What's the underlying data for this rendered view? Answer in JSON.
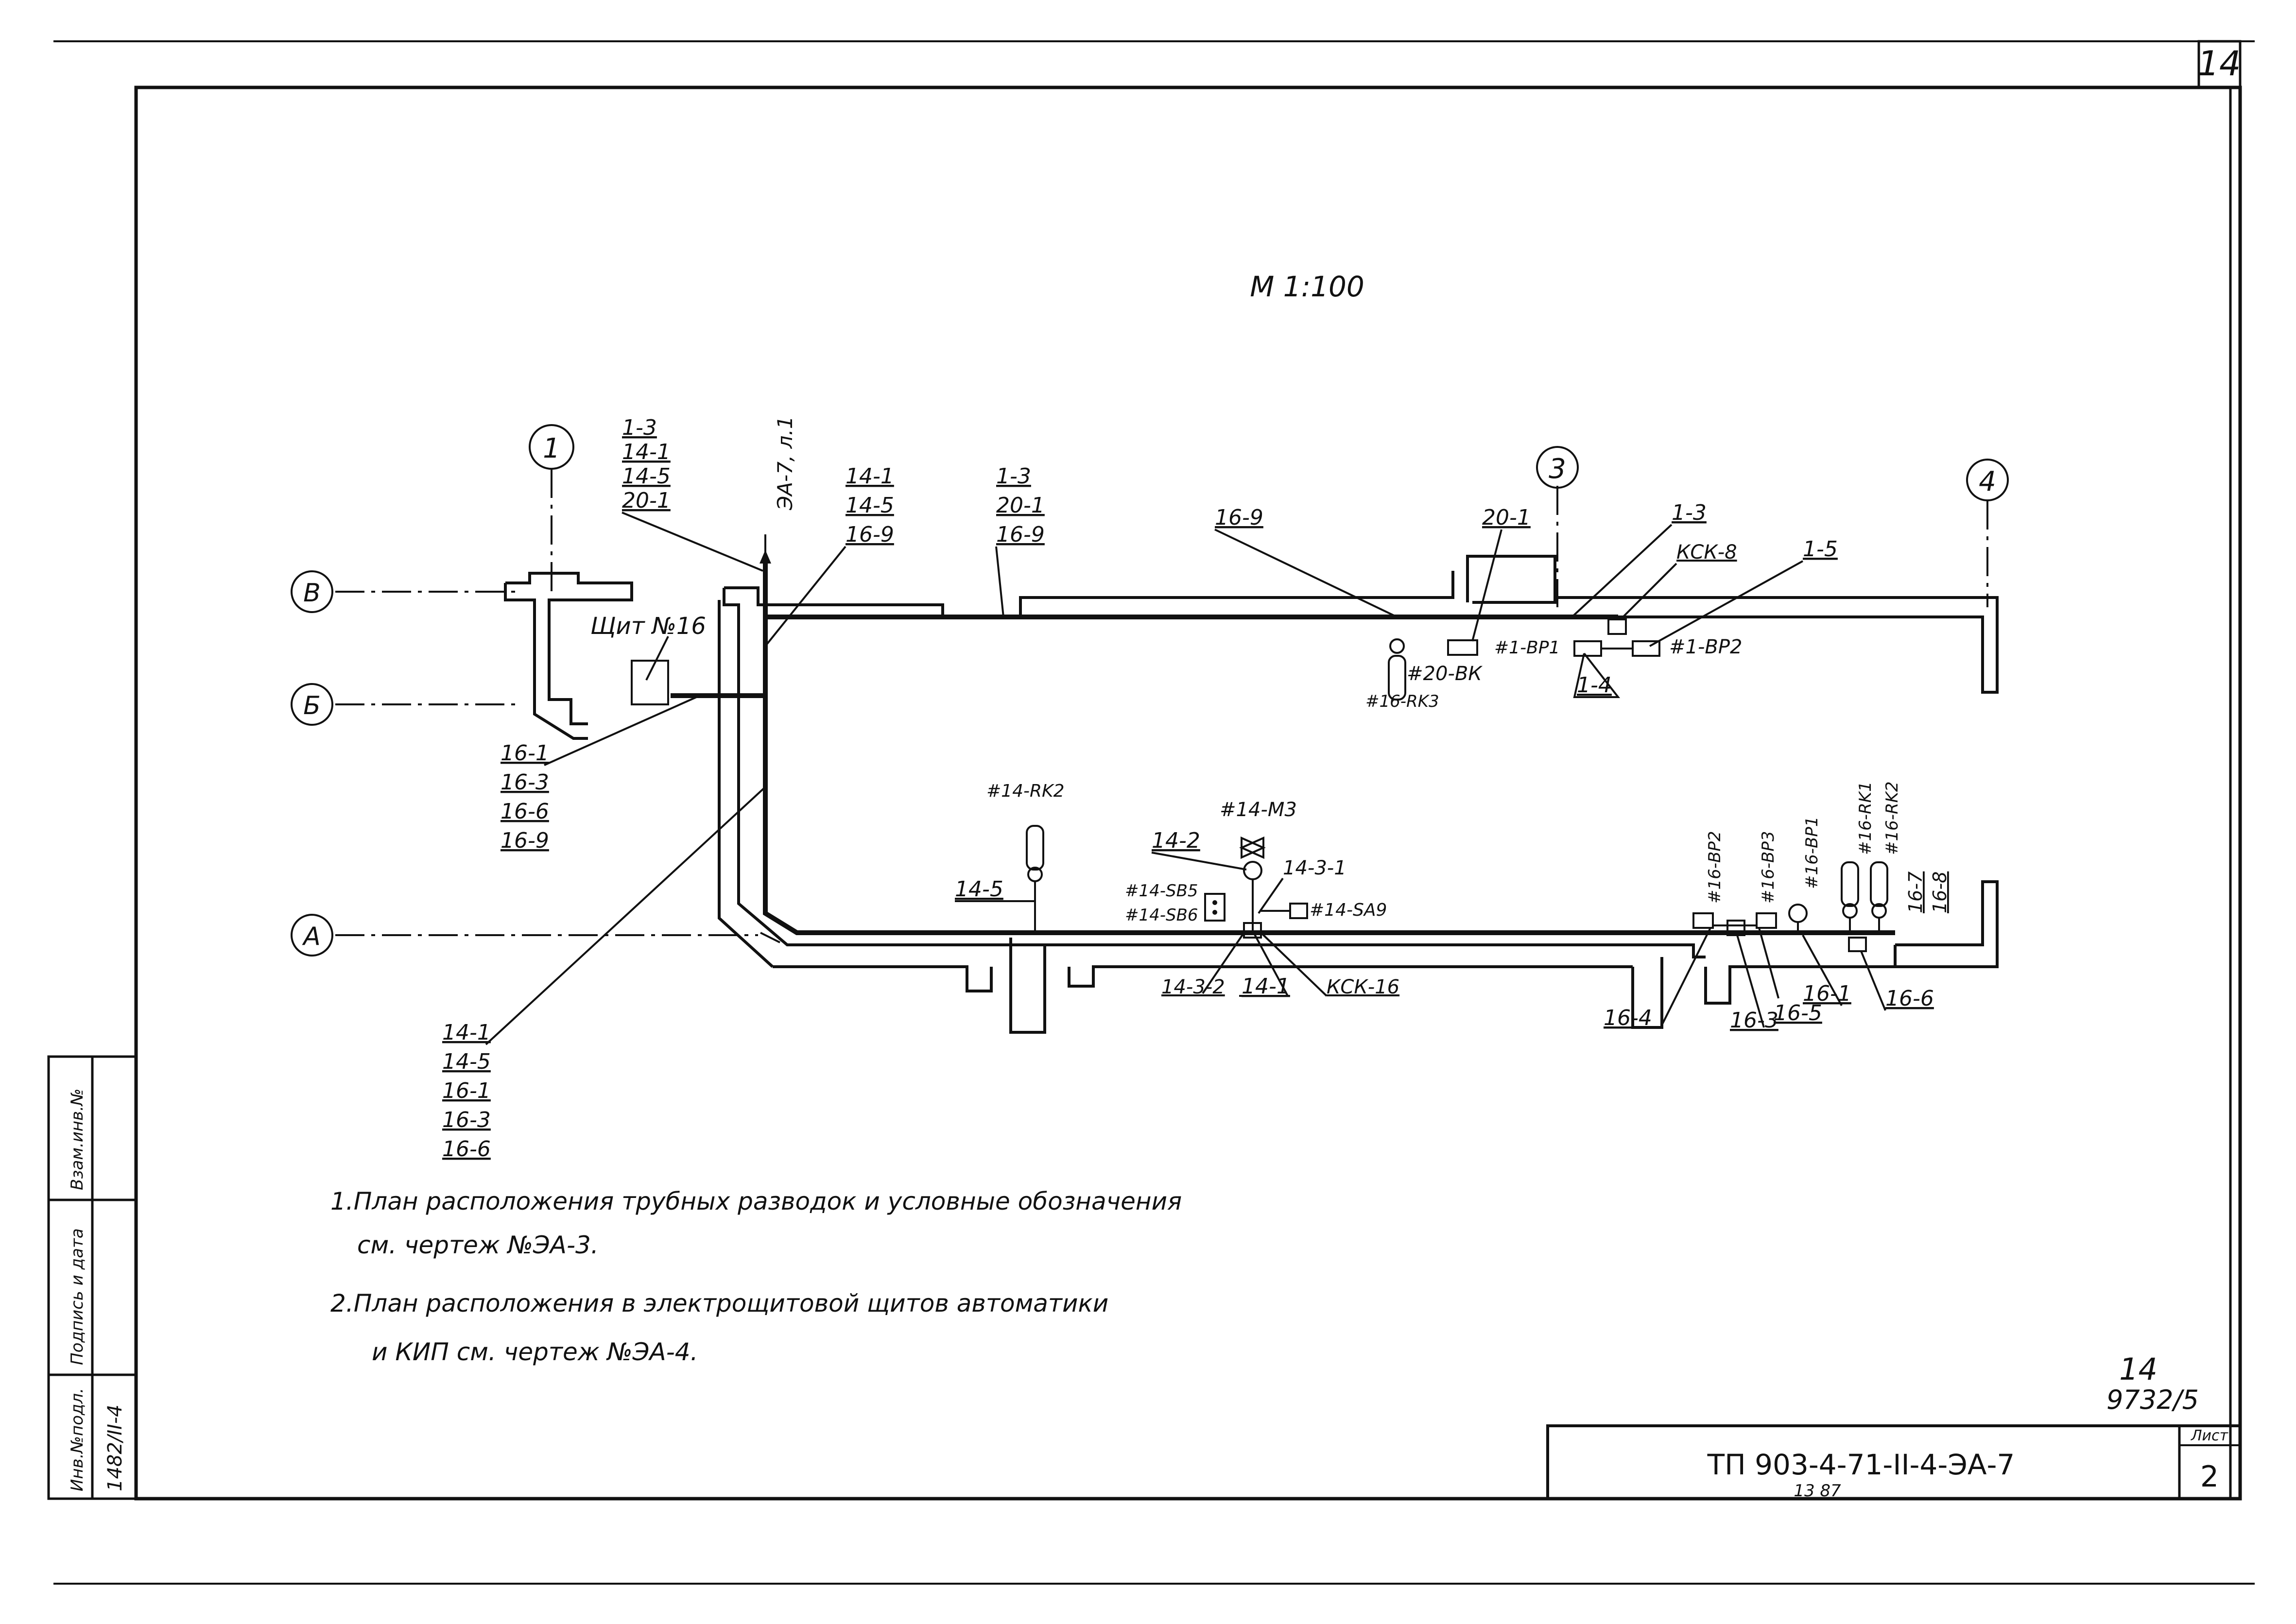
{
  "sheet": {
    "sheet_number_top": "14",
    "scale": "М 1:100",
    "handwritten_number": "14",
    "doc_ref": "9732/5",
    "title_block": {
      "designation": "ТП 903-4-71-II-4-ЭА-7",
      "year": "13 87",
      "list_label": "Лист",
      "list_number": "2"
    },
    "side_stamp": {
      "inv_podl": "Инв.№подл.",
      "podpis_data": "Подпись и дата",
      "vzam_inv": "Взам.инв.№",
      "inv_value": "1482/II-4"
    }
  },
  "axes": [
    {
      "id": "1",
      "label": "1"
    },
    {
      "id": "3",
      "label": "3"
    },
    {
      "id": "4",
      "label": "4"
    },
    {
      "id": "V",
      "label": "В"
    },
    {
      "id": "B",
      "label": "Б"
    },
    {
      "id": "A",
      "label": "А"
    }
  ],
  "labels": {
    "riser_ref": "ЭА-7, л.1",
    "shield": "Щит №16",
    "stack_top_left": [
      "1-3",
      "14-1",
      "14-5",
      "20-1"
    ],
    "stack_top_mid": [
      "14-1",
      "14-5",
      "16-9"
    ],
    "stack_top_right": [
      "1-3",
      "20-1",
      "16-9"
    ],
    "stack_left": [
      "16-1",
      "16-3",
      "16-6",
      "16-9"
    ],
    "stack_bottom_left": [
      "14-1",
      "14-5",
      "16-1",
      "16-3",
      "16-6"
    ],
    "l_16_9": "16-9",
    "l_20_1": "20-1",
    "l_1_3": "1-3",
    "l_ksk8": "КСК-8",
    "l_1_5": "1-5",
    "l_1_4": "1-4",
    "l_20vk": "#20-ВК",
    "l_1bp1": "#1-ВР1",
    "l_1bp2": "#1-ВР2",
    "l_16rk3": "#16-RK3",
    "l_14rk2": "#14-RK2",
    "l_14m3": "#14-М3",
    "l_14_2": "14-2",
    "l_14_3_1": "14-3-1",
    "l_14sb5": "#14-SB5",
    "l_14sb6": "#14-SB6",
    "l_14sa9": "#14-SA9",
    "l_14_5": "14-5",
    "l_14_3_2": "14-3-2",
    "l_14_1": "14-1",
    "l_ksk16": "КСК-16",
    "l_16bp2": "#16-ВР2",
    "l_16bp3": "#16-ВР3",
    "l_16bp1": "#16-ВР1",
    "l_16rk1": "#16-RK1",
    "l_16rk2": "#16-RK2",
    "stack_right": [
      "16-7",
      "16-8"
    ],
    "l_16_4": "16-4",
    "l_16_3": "16-3",
    "l_16_5": "16-5",
    "l_16_1": "16-1",
    "l_16_6": "16-6"
  },
  "notes": [
    "1.План расположения трубных разводок и условные обозначения",
    "см. чертеж №ЭА-3.",
    "2.План расположения в электрощитовой щитов автоматики",
    "и КИП см. чертеж №ЭА-4."
  ]
}
